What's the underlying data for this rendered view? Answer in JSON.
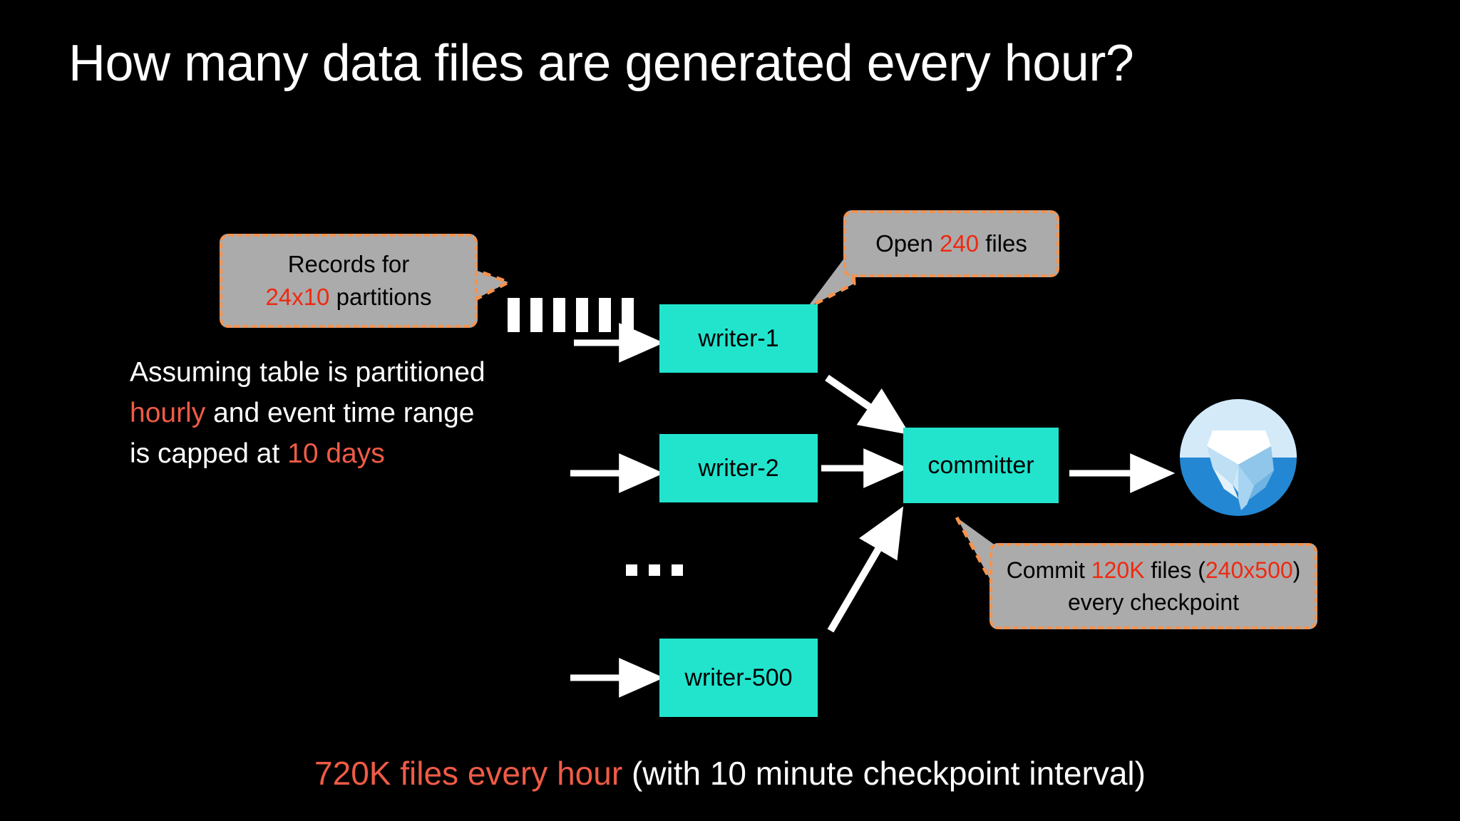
{
  "slide": {
    "background_color": "#000000",
    "title": "How many data files are generated every hour?",
    "caption": {
      "highlight": "720K files every hour",
      "rest": " (with 10 minute checkpoint interval)",
      "highlight_color": "#ef5b46"
    }
  },
  "assumption": {
    "line1": "Assuming table is partitioned",
    "line2_highlight": "hourly",
    "line2_rest": "  and event time range",
    "line3_prefix": "is capped at ",
    "line3_highlight": "10 days",
    "highlight_color": "#ef5b46"
  },
  "nodes": [
    {
      "id": "writer-1",
      "label": "writer-1",
      "color": "#22e4cd"
    },
    {
      "id": "writer-2",
      "label": "writer-2",
      "color": "#22e4cd"
    },
    {
      "id": "writer-500",
      "label": "writer-500",
      "color": "#22e4cd"
    },
    {
      "id": "committer",
      "label": "committer",
      "color": "#22e4cd"
    }
  ],
  "callouts": {
    "records": {
      "line1": "Records for",
      "line2_highlight": "24x10",
      "line2_rest": " partitions",
      "fill": "#ababab",
      "border_color": "#f5924e",
      "highlight_color": "#ee2a12"
    },
    "open_files": {
      "prefix": "Open ",
      "highlight": "240",
      "suffix": " files",
      "fill": "#ababab",
      "border_color": "#f5924e",
      "highlight_color": "#ee2a12"
    },
    "commit": {
      "line1_prefix": "Commit ",
      "line1_highlight1": "120K",
      "line1_mid": " files (",
      "line1_highlight2": "240x500",
      "line1_suffix": ")",
      "line2": "every checkpoint",
      "fill": "#ababab",
      "border_color": "#f5924e",
      "highlight_color": "#ee2a12"
    }
  },
  "decorations": {
    "record_stripe_count": 6,
    "ellipsis_dot_count": 3,
    "arrow_color": "#ffffff"
  },
  "logo": {
    "name": "apache-iceberg-logo",
    "circle_color": "#2387d3",
    "ice_light": "#cfe8f7",
    "ice_mid": "#8fcaea",
    "ice_dark": "#5ba6dd"
  }
}
